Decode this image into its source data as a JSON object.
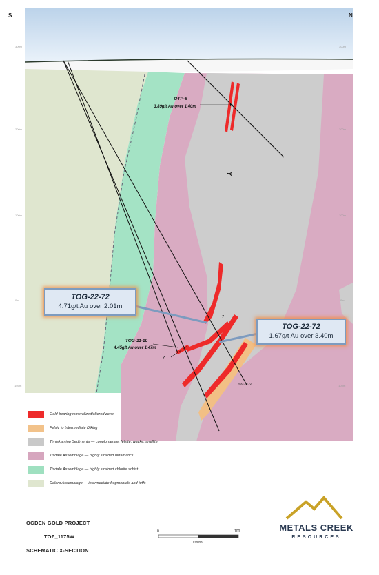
{
  "compass": {
    "left": "S",
    "right": "N"
  },
  "elevations_left": [
    "300m",
    "200m",
    "100m",
    "0m",
    "-100m"
  ],
  "elevations_right": [
    "300m",
    "200m",
    "100m",
    "0m",
    "-100m"
  ],
  "annotations": {
    "otp8_name": "OTP-8",
    "otp8_value": "3.89g/t Au over 1.40m",
    "tog1110_name": "TOG-11-10",
    "tog1110_value": "4.45g/t Au over 1.47m",
    "y_label": "Y",
    "tog2272_collar": "TOG-22-72",
    "question": "?"
  },
  "callouts": [
    {
      "title": "TOG-22-72",
      "value": "4.71g/t Au over 2.01m"
    },
    {
      "title": "TOG-22-72",
      "value": "1.67g/t Au over 3.40m"
    }
  ],
  "legend": [
    {
      "color": "#ee2a2a",
      "label": "Gold bearing mineralized/altered zone"
    },
    {
      "color": "#f2c28a",
      "label": "Felsic to Intermediate Diking"
    },
    {
      "color": "#c9c9c9",
      "label": "Timiskaming Sediments — conglomerate, felsite, wacke, argillite"
    },
    {
      "color": "#d6a6be",
      "label": "Tisdale Assemblage — highly strained ultramafics"
    },
    {
      "color": "#9fe0c0",
      "label": "Tisdale Assemblage — highly strained chlorite schist"
    },
    {
      "color": "#dfe6cf",
      "label": "Deloro Assemblage — intermediate fragmentals and tuffs"
    }
  ],
  "footer": {
    "project": "OGDEN GOLD PROJECT",
    "section": "TOZ_1175W",
    "type": "SCHEMATIC X-SECTION"
  },
  "scale": {
    "start": "0",
    "end": "100",
    "unit": "meters"
  },
  "logo": {
    "line1": "METALS CREEK",
    "line2": "RESOURCES"
  },
  "colors": {
    "gold_zone": "#ee2a2a",
    "diking": "#f2c28a",
    "sediments": "#c9c9c9",
    "ultramafics": "#d6a6be",
    "chlorite_schist": "#9fe0c0",
    "deloro": "#dfe6cf",
    "logo_gold": "#c9a227",
    "logo_navy": "#2a3a52"
  }
}
